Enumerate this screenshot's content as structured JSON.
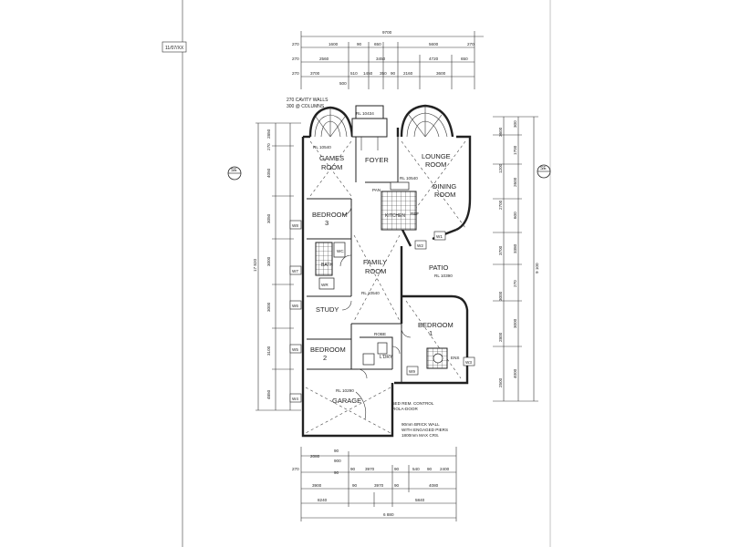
{
  "sheet": {
    "stamp": "11/07/XX",
    "wall_notes": [
      "270 CAVITY WALLS",
      "300 @ COLUMNS"
    ],
    "patio_note_lines": [
      "90mm BRICK WALL",
      "WITH ENGAGED PIERS",
      "1800mm MAX CRS."
    ],
    "door_note_lines": [
      "5ED REM. CONTROL",
      "ROLA-DOOR"
    ]
  },
  "rooms": {
    "games": [
      "GAMES",
      "ROOM"
    ],
    "foyer": "FOYER",
    "lounge": [
      "LOUNGE",
      "ROOM"
    ],
    "dining": [
      "DINING",
      "ROOM"
    ],
    "kitchen": "KITCHEN",
    "bed3": [
      "BEDROOM",
      "3"
    ],
    "bath": "BATH",
    "family": [
      "FAMILY",
      "ROOM"
    ],
    "patio": "PATIO",
    "study": "STUDY",
    "bed1": [
      "BEDROOM",
      "1"
    ],
    "bed2": [
      "BEDROOM",
      "2"
    ],
    "ldry": "L'DRY",
    "garage": "GARAGE"
  },
  "fixtures": {
    "wc": "WC",
    "robe": "ROBE",
    "ens": "ENS",
    "pantry": "PAN",
    "ref": "REF",
    "wr": "WR"
  },
  "levels": {
    "foyer": "RL 10434",
    "games": "RL 10540",
    "kitchen": "RL 10540",
    "family": "RL 10540",
    "patio": "RL 10390",
    "garage": "RL 10290"
  },
  "windows": [
    "W1",
    "W2",
    "W3",
    "W4",
    "W5",
    "W6",
    "W7",
    "W8",
    "W9"
  ],
  "section_markers": [
    {
      "id": "se-left",
      "label": "SE"
    },
    {
      "id": "se-right",
      "label": "SE"
    }
  ],
  "dimensions": {
    "top_row1": [
      "270",
      "1600",
      "90",
      "650",
      "5600",
      "270"
    ],
    "top_row2": [
      "270",
      "2560",
      "3450",
      "4720",
      "650"
    ],
    "top_row3": [
      "270",
      "3700",
      "510",
      "1450",
      "350",
      "90",
      "2160",
      "3600"
    ],
    "top_note": "500",
    "top_total": "9700",
    "bottom_row1": [
      "270",
      "2080",
      "90",
      "3970",
      "90",
      "540",
      "90",
      "2400"
    ],
    "bottom_row2": [
      "3900",
      "90",
      "3970",
      "90",
      "4080"
    ],
    "bottom_row3": [
      "8240",
      "5840"
    ],
    "bottom_total": "6 880",
    "bottom_extra": [
      "90",
      "900",
      "90"
    ],
    "left_overall": "17 820",
    "left_row": [
      "2850",
      "270",
      "4050",
      "3050",
      "3000",
      "3000",
      "3100",
      "4850"
    ],
    "right_overall": "9 100",
    "right_row": [
      "300",
      "1700",
      "2600",
      "600",
      "3380",
      "270",
      "3000",
      "4000"
    ],
    "right_inner": [
      "3600",
      "1200",
      "2700",
      "3700",
      "3000",
      "2800",
      "2500"
    ]
  }
}
